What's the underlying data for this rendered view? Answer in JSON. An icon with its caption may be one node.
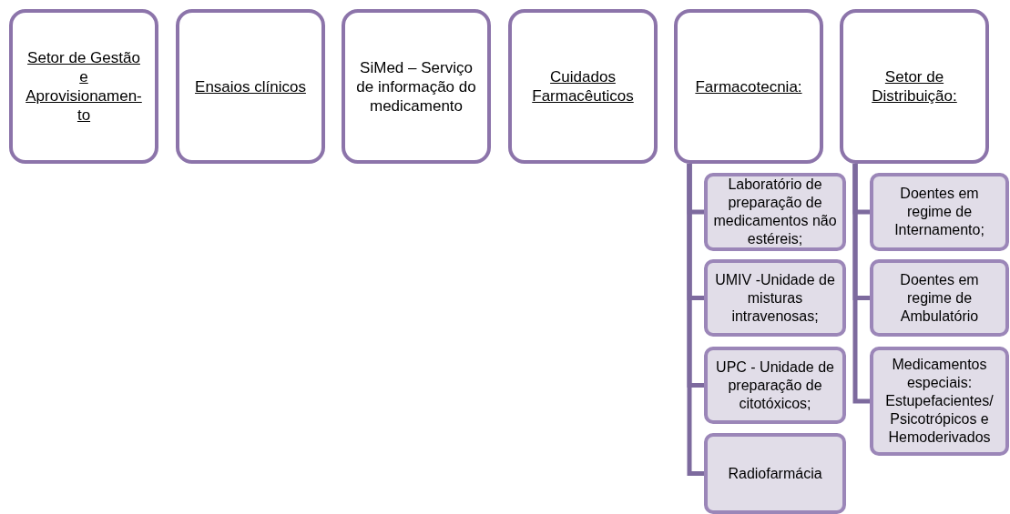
{
  "diagram": {
    "nodes": [
      {
        "text": [
          "Setor de Gestão e Aprovisionamen-to"
        ]
      },
      {
        "text": [
          "Ensaios clínicos"
        ]
      },
      {
        "text": [
          "SiMed – Serviço de informação do medicamento"
        ]
      },
      {
        "text": [
          "Cuidados Farmacêuticos"
        ]
      },
      {
        "text": [
          "Farmacotecnia:"
        ]
      },
      {
        "text": [
          "Setor de Distribuição:"
        ]
      },
      {
        "text": [
          "Laboratório de preparação de medicamentos não estéreis;"
        ]
      },
      {
        "text": [
          "UMIV -Unidade de misturas intravenosas;"
        ]
      },
      {
        "text": [
          "UPC - Unidade de preparação de citotóxicos;"
        ]
      },
      {
        "text": [
          "Radiofarmácia"
        ]
      },
      {
        "text": [
          "Doentes em regime de Internamento;"
        ]
      },
      {
        "text": [
          "Doentes em regime de Ambulatório"
        ]
      },
      {
        "text": [
          "Medicamentos especiais: Estupefacientes/ Psicotrópicos e Hemoderivados"
        ]
      }
    ],
    "edges": [
      {
        "from": 4,
        "to": 6,
        "arrow": "none"
      },
      {
        "from": 4,
        "to": 7,
        "arrow": "none"
      },
      {
        "from": 4,
        "to": 8,
        "arrow": "none"
      },
      {
        "from": 4,
        "to": 9,
        "arrow": "none"
      },
      {
        "from": 5,
        "to": 10,
        "arrow": "none"
      },
      {
        "from": 5,
        "to": 11,
        "arrow": "none"
      },
      {
        "from": 5,
        "to": 12,
        "arrow": "none"
      }
    ]
  }
}
